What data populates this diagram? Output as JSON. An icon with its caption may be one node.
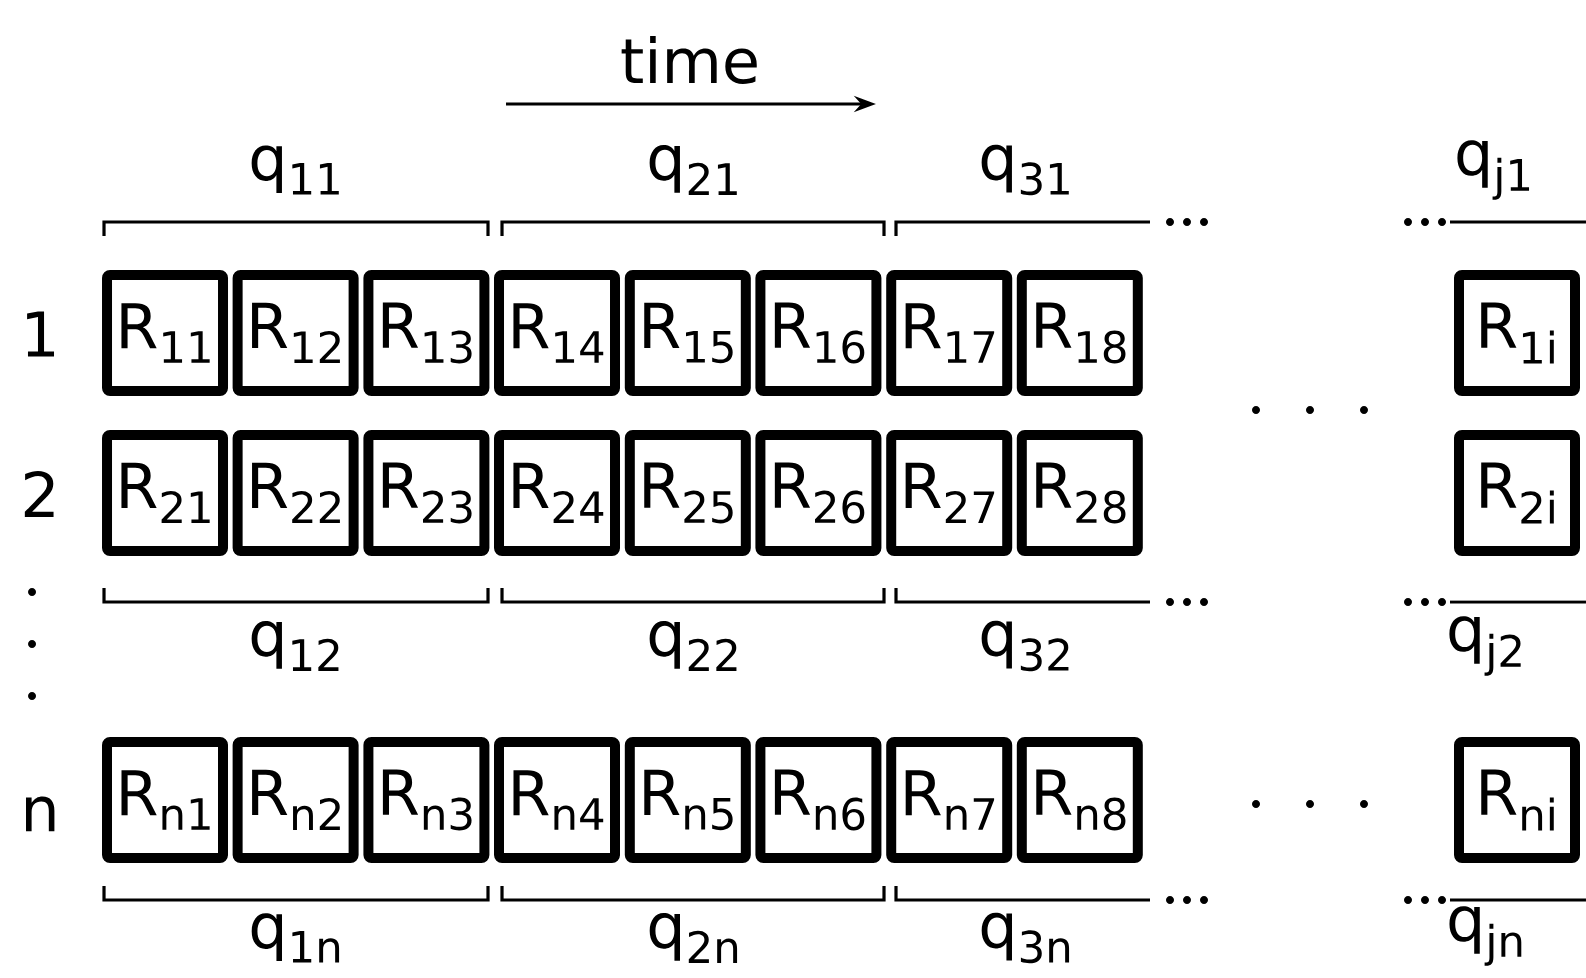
{
  "diagram": {
    "nodes": [
      {
        "text": [
          "R$_{11}$"
        ]
      },
      {
        "text": [
          "R$_{12}$"
        ]
      },
      {
        "text": [
          "R$_{13}$"
        ]
      },
      {
        "text": [
          "R$_{14}$"
        ]
      },
      {
        "text": [
          "R$_{15}$"
        ]
      },
      {
        "text": [
          "R$_{16}$"
        ]
      },
      {
        "text": [
          "R$_{17}$"
        ]
      },
      {
        "text": [
          "R$_{18}$"
        ]
      },
      {
        "text": [
          "R$_{1i}$"
        ]
      },
      {
        "text": [
          "R$_{21}$"
        ]
      },
      {
        "text": [
          "R$_{22}$"
        ]
      },
      {
        "text": [
          "R$_{23}$"
        ]
      },
      {
        "text": [
          "R$_{24}$"
        ]
      },
      {
        "text": [
          "R$_{25}$"
        ]
      },
      {
        "text": [
          "R$_{26}$"
        ]
      },
      {
        "text": [
          "R$_{27}$"
        ]
      },
      {
        "text": [
          "R$_{28}$"
        ]
      },
      {
        "text": [
          "R$_{2i}$"
        ]
      },
      {
        "text": [
          "R$_{n1}$"
        ]
      },
      {
        "text": [
          "R$_{n2}$"
        ]
      },
      {
        "text": [
          "R$_{n3}$"
        ]
      },
      {
        "text": [
          "R$_{n4}$"
        ]
      },
      {
        "text": [
          "R$_{n5}$"
        ]
      },
      {
        "text": [
          "R$_{n6}$"
        ]
      },
      {
        "text": [
          "R$_{n7}$"
        ]
      },
      {
        "text": [
          "R$_{n8}$"
        ]
      },
      {
        "text": [
          "R$_{ni}$"
        ]
      }
    ],
    "labels": [
      "time",
      "q$_{11}$",
      "q$_{21}$",
      "q$_{31}$",
      "q$_{j1}$",
      "1",
      "2",
      "q$_{12}$",
      "q$_{22}$",
      "q$_{32}$",
      "q$_{j2}$",
      "n",
      "q$_{1n}$",
      "q$_{2n}$",
      "q$_{3n}$",
      "q$_{jn}$"
    ]
  }
}
